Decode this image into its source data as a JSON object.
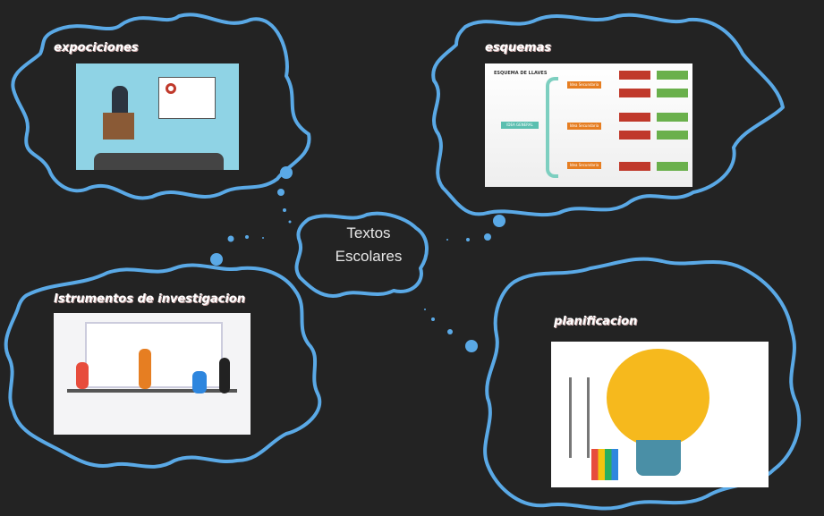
{
  "center": {
    "line1": "Textos",
    "line2": "Escolares"
  },
  "nodes": {
    "expociciones": "expociciones",
    "esquemas": "esquemas",
    "instrumentos": "Istrumentos de investigacion",
    "planificacion": "planificacion"
  },
  "esquema_image": {
    "title": "ESQUEMA DE LLAVES",
    "general": "IDEA GENERAL",
    "secondary": "Idea Secundaria"
  },
  "colors": {
    "background": "#232323",
    "outline": "#5aa9e6"
  }
}
